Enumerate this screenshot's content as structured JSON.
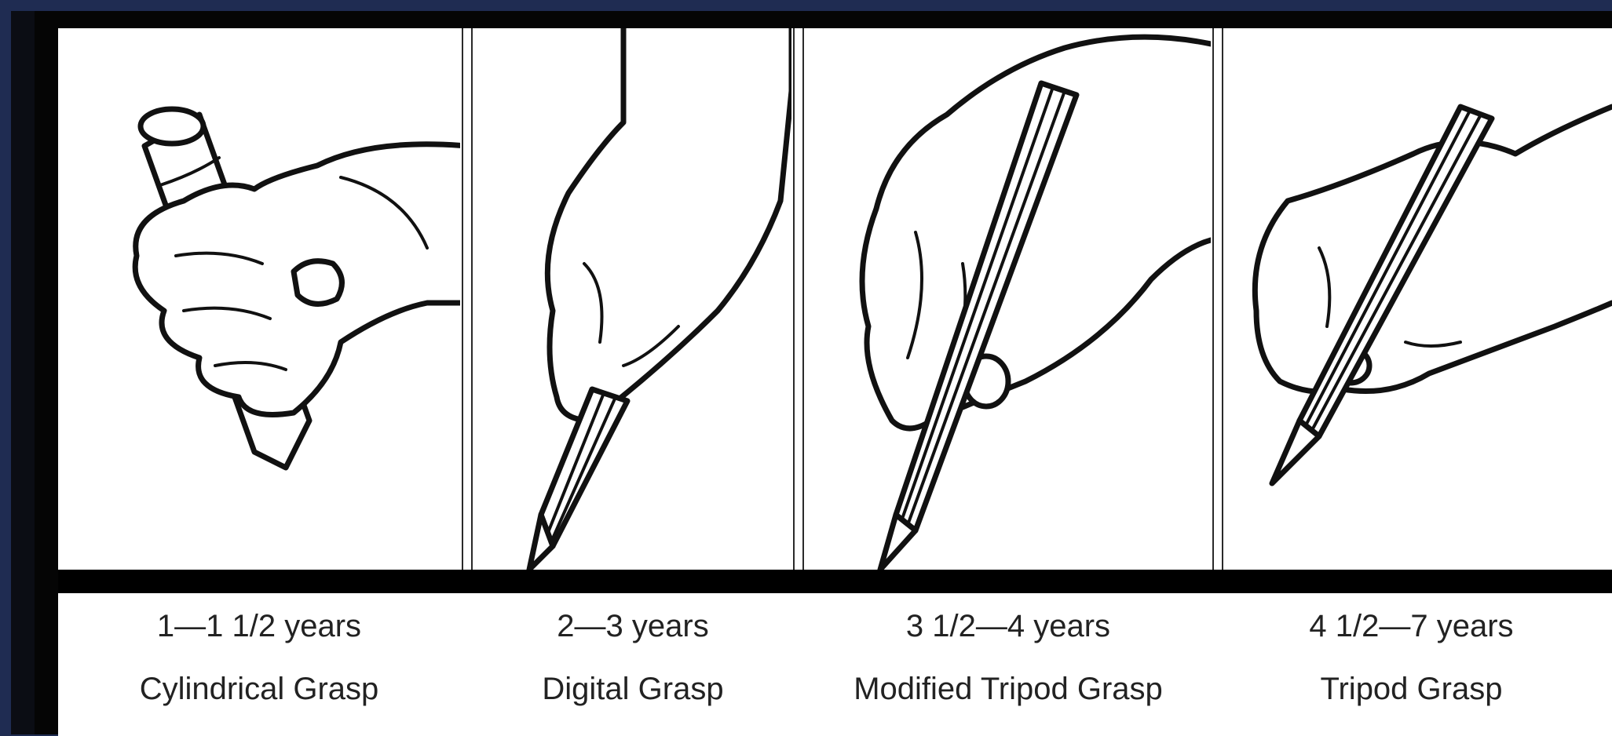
{
  "panels": [
    {
      "age": "1—1 1/2 years",
      "grasp": "Cylindrical Grasp"
    },
    {
      "age": "2—3 years",
      "grasp": "Digital Grasp"
    },
    {
      "age": "3 1/2—4 years",
      "grasp": "Modified Tripod Grasp"
    },
    {
      "age": "4 1/2—7 years",
      "grasp": "Tripod Grasp"
    }
  ],
  "colors": {
    "background": "#1f2c52",
    "frame": "#050505",
    "panel": "#ffffff",
    "text": "#222222"
  }
}
